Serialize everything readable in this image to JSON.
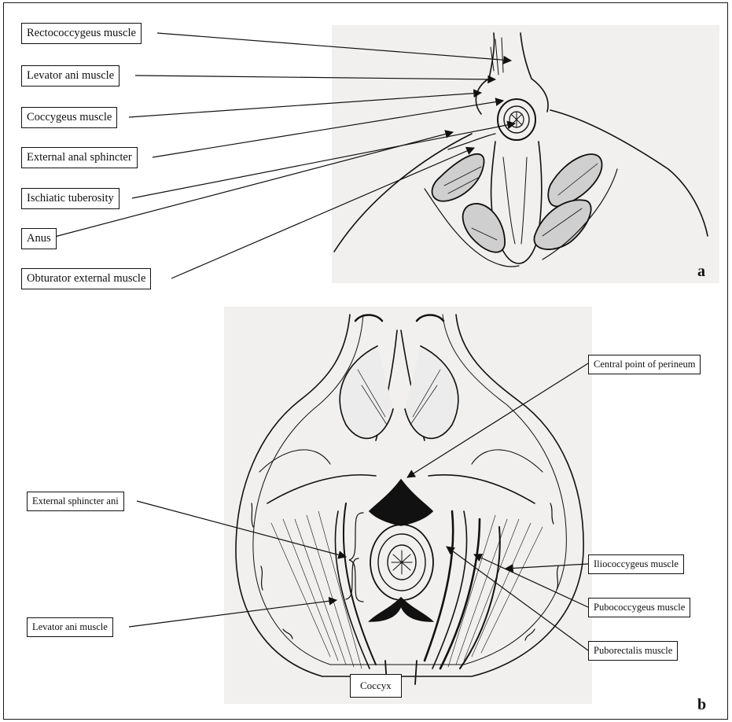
{
  "panel_a": {
    "letter": "a",
    "labels": [
      "Rectococcygeus muscle",
      "Levator ani muscle",
      "Coccygeus muscle",
      "External anal sphincter",
      "Ischiatic tuberosity",
      "Anus",
      "Obturator external muscle"
    ]
  },
  "panel_b": {
    "letter": "b",
    "labels": {
      "central_point": "Central point of perineum",
      "external_sphincter": "External sphincter ani",
      "levator_ani": "Levator ani muscle",
      "iliococcygeus": "Iliococcygeus muscle",
      "pubococcygeus": "Pubococcygeus muscle",
      "puborectalis": "Puborectalis muscle",
      "coccyx": "Coccyx"
    }
  }
}
